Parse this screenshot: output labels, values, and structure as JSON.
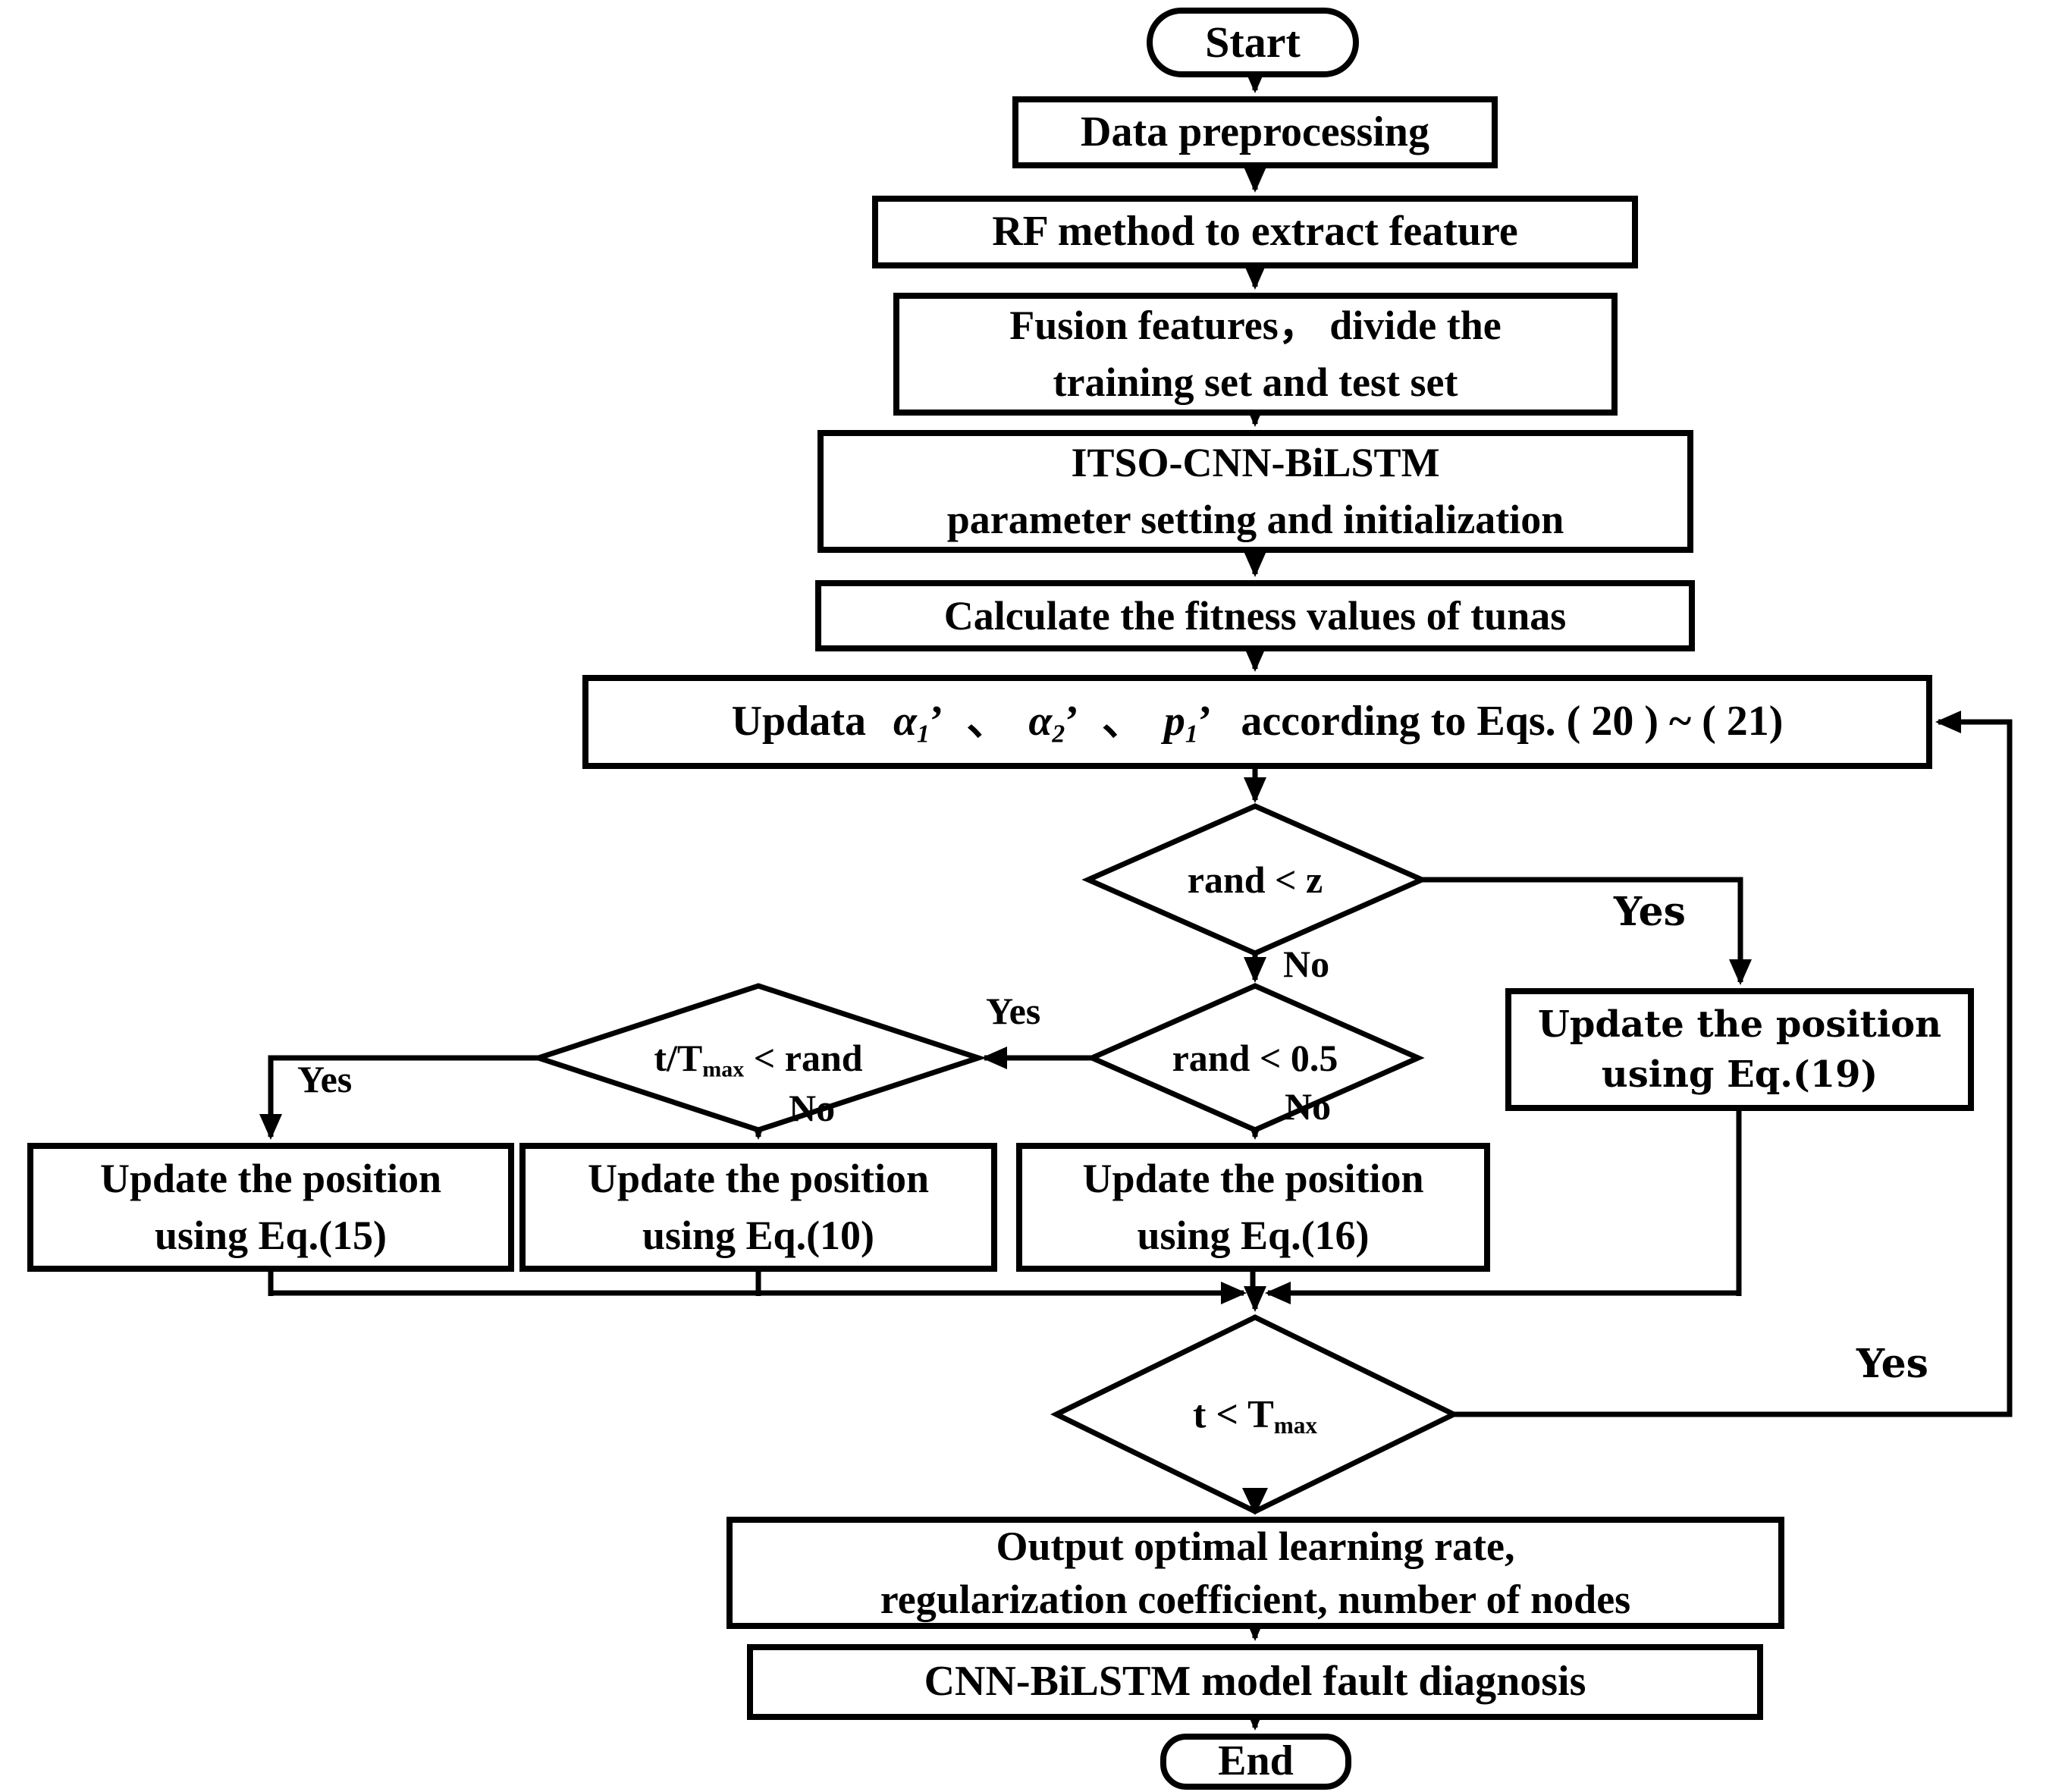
{
  "colors": {
    "line": "#000000",
    "background": "#ffffff",
    "node_fill": "#ffffff"
  },
  "nodes": {
    "start": {
      "label": "Start"
    },
    "preprocess": {
      "label": "Data preprocessing"
    },
    "rf": {
      "label": "RF method to extract feature"
    },
    "fusion": {
      "lines": [
        "Fusion features， divide the",
        "training set and test set"
      ]
    },
    "itso": {
      "lines": [
        "ITSO-CNN-BiLSTM",
        "parameter setting and  initialization"
      ]
    },
    "fitness": {
      "label": "Calculate the fitness values of tunas"
    },
    "updata": {
      "prefix": "Updata",
      "vars": [
        {
          "base": "α",
          "sub": "1",
          "prime": "’"
        },
        {
          "base": "α",
          "sub": "2",
          "prime": "’"
        },
        {
          "base": "p",
          "sub": "1",
          "prime": "’"
        }
      ],
      "separator": "、",
      "suffix": "according to Eqs. ( 20 ) ~ ( 21)"
    },
    "eq19": {
      "lines": [
        "Update the position",
        "using Eq.(19)"
      ]
    },
    "eq15": {
      "lines": [
        "Update the position",
        "using Eq.(15)"
      ]
    },
    "eq10": {
      "lines": [
        "Update the position",
        "using Eq.(10)"
      ]
    },
    "eq16": {
      "lines": [
        "Update the position",
        "using Eq.(16)"
      ]
    },
    "output": {
      "lines": [
        "Output optimal learning rate,",
        "regularization coefficient, number of nodes"
      ]
    },
    "diagnosis": {
      "label": "CNN-BiLSTM model fault diagnosis"
    },
    "end": {
      "label": "End"
    }
  },
  "decisions": {
    "rand_z": {
      "label": "rand < z"
    },
    "rand_half": {
      "label": "rand < 0.5"
    },
    "t_ratio": {
      "pre": "t/T",
      "sub": "max",
      "post": " < rand"
    },
    "t_max": {
      "pre": "t < T",
      "sub": "max"
    }
  },
  "edge_labels": {
    "yes": "Yes",
    "no": "No"
  }
}
